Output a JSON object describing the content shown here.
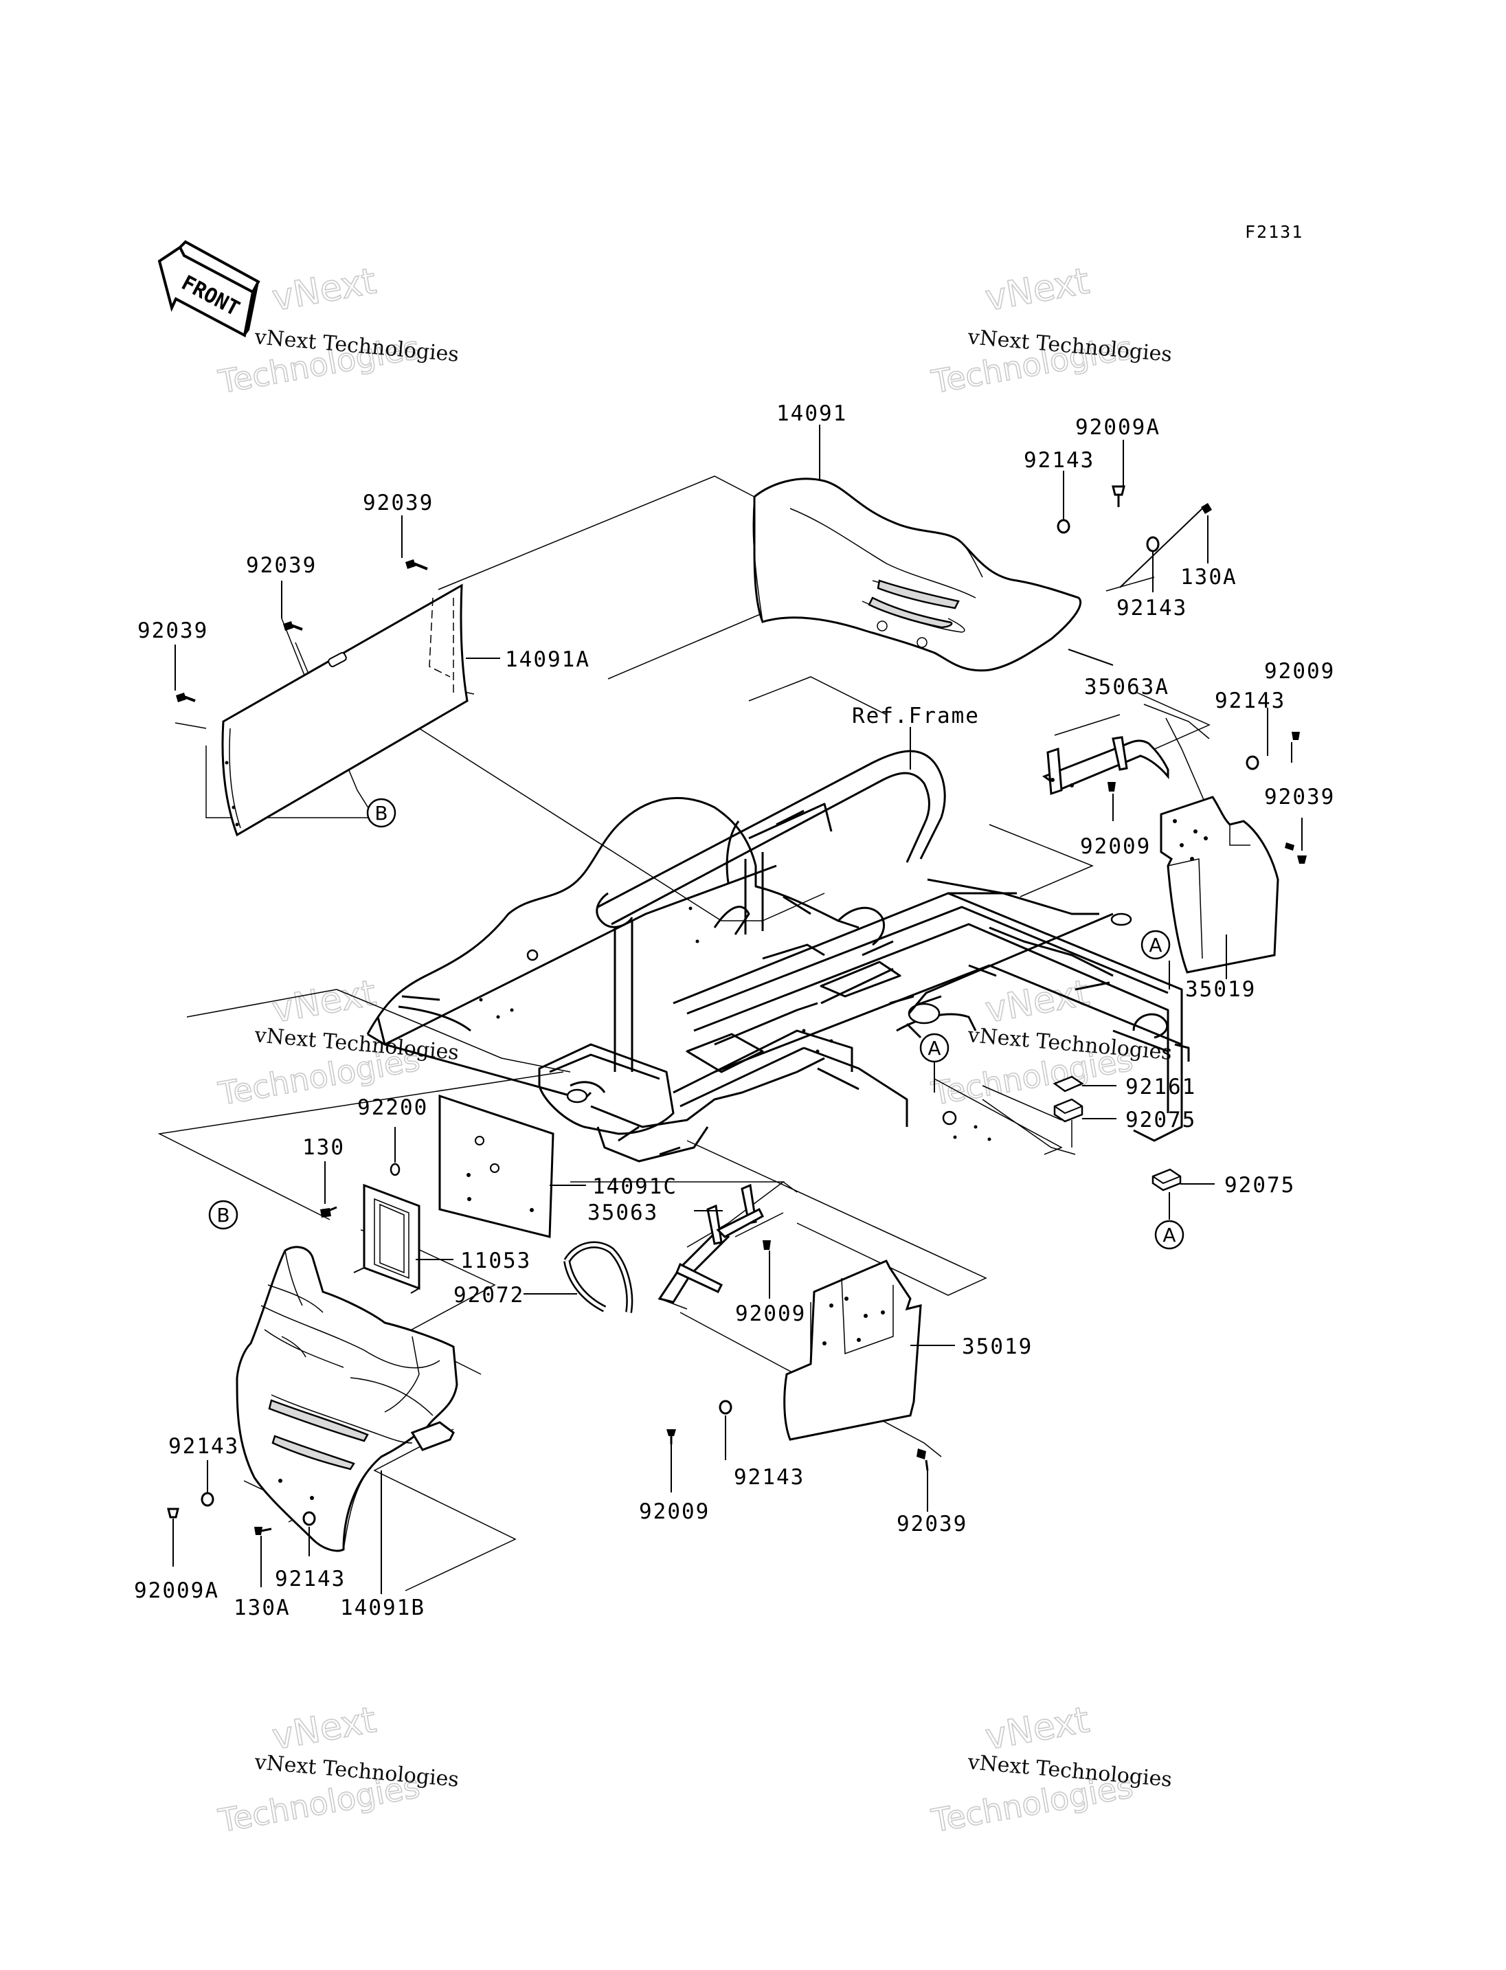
{
  "diagram_code": "F2131",
  "front_label": "FRONT",
  "ref_frame_label": "Ref.Frame",
  "watermark": {
    "line1": "vNext Technologies",
    "line2a": "vNext",
    "line2b": "Technologies"
  },
  "reference_markers": {
    "a": "A",
    "b": "B"
  },
  "part_labels": {
    "p14091": "14091",
    "p92009A_top": "92009A",
    "p92143_top1": "92143",
    "p130A_top": "130A",
    "p92143_top2": "92143",
    "p92039_a": "92039",
    "p92039_b": "92039",
    "p92039_c": "92039",
    "p14091A": "14091A",
    "p35063A": "35063A",
    "p92009_r1": "92009",
    "p92143_r": "92143",
    "p92039_r": "92039",
    "p92009_r2": "92009",
    "p35019_r": "35019",
    "p92161": "92161",
    "p92075_a": "92075",
    "p92075_b": "92075",
    "p92200": "92200",
    "p130": "130",
    "p14091C": "14091C",
    "p11053": "11053",
    "p35063": "35063",
    "p92072": "92072",
    "p92009_m": "92009",
    "p35019_m": "35019",
    "p92143_b1": "92143",
    "p92009_b": "92009",
    "p92143_b2": "92143",
    "p92039_b2": "92039",
    "p92009A_b": "92009A",
    "p130A_b": "130A",
    "p92143_b3": "92143",
    "p14091B": "14091B"
  }
}
